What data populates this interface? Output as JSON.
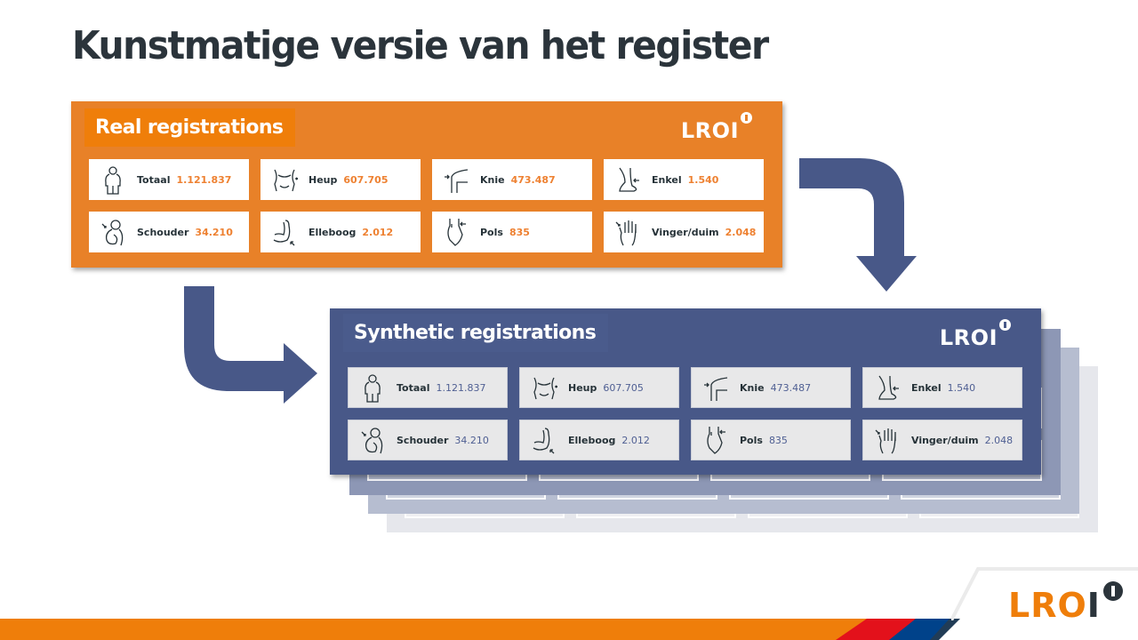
{
  "slide": {
    "title": "Kunstmatige versie van het register",
    "footer_logo": "LRO",
    "footer_logo_o": "I"
  },
  "colors": {
    "real_panel": "#e88128",
    "synthetic_panel": "#485888",
    "title": "#2b343b",
    "footer_orange": "#ef7e0a",
    "footer_red": "#e3111b",
    "footer_blue": "#00428a"
  },
  "real": {
    "header": "Real registrations",
    "logo": "LROI",
    "items": [
      {
        "label": "Totaal",
        "value": "1.121.837",
        "icon": "person-body-icon"
      },
      {
        "label": "Heup",
        "value": "607.705",
        "icon": "hip-icon"
      },
      {
        "label": "Knie",
        "value": "473.487",
        "icon": "knee-icon"
      },
      {
        "label": "Enkel",
        "value": "1.540",
        "icon": "ankle-icon"
      },
      {
        "label": "Schouder",
        "value": "34.210",
        "icon": "shoulder-icon"
      },
      {
        "label": "Elleboog",
        "value": "2.012",
        "icon": "elbow-icon"
      },
      {
        "label": "Pols",
        "value": "835",
        "icon": "wrist-icon"
      },
      {
        "label": "Vinger/duim",
        "value": "2.048",
        "icon": "finger-icon"
      }
    ]
  },
  "synthetic": {
    "header": "Synthetic registrations",
    "logo": "LROI",
    "items": [
      {
        "label": "Totaal",
        "value": "1.121.837",
        "icon": "person-body-icon"
      },
      {
        "label": "Heup",
        "value": "607.705",
        "icon": "hip-icon"
      },
      {
        "label": "Knie",
        "value": "473.487",
        "icon": "knee-icon"
      },
      {
        "label": "Enkel",
        "value": "1.540",
        "icon": "ankle-icon"
      },
      {
        "label": "Schouder",
        "value": "34.210",
        "icon": "shoulder-icon"
      },
      {
        "label": "Elleboog",
        "value": "2.012",
        "icon": "elbow-icon"
      },
      {
        "label": "Pols",
        "value": "835",
        "icon": "wrist-icon"
      },
      {
        "label": "Vinger/duim",
        "value": "2.048",
        "icon": "finger-icon"
      }
    ]
  }
}
